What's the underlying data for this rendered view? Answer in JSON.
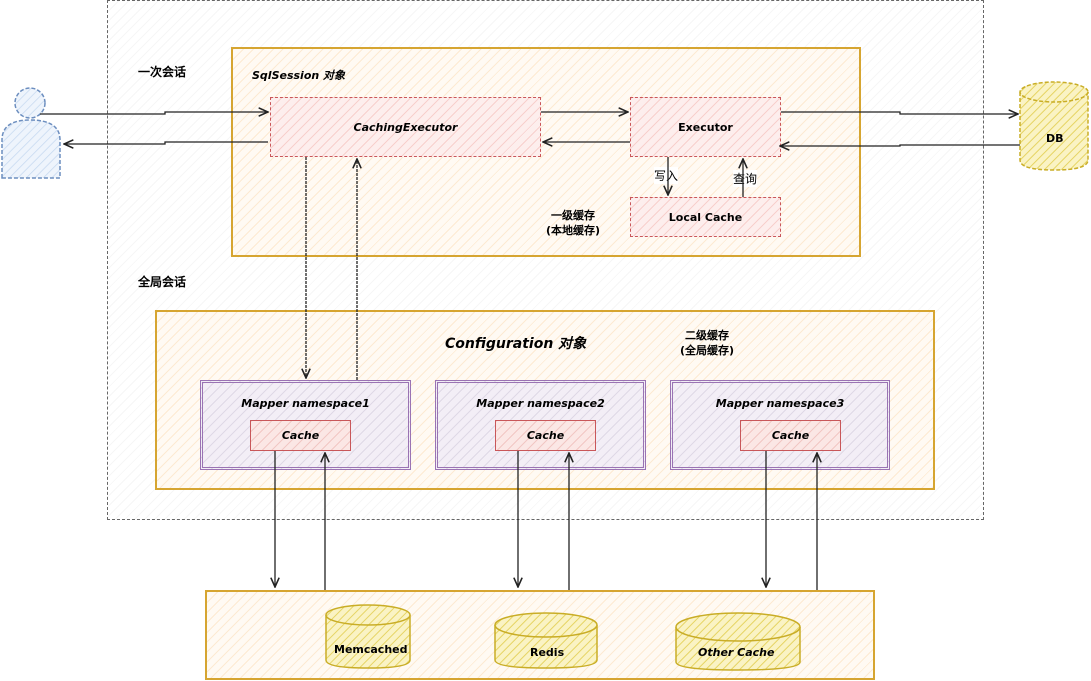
{
  "labels": {
    "one_session": "一次会话",
    "global_session": "全局会话",
    "sqlsession": "SqlSession 对象",
    "caching_executor": "CachingExecutor",
    "executor": "Executor",
    "local_cache": "Local Cache",
    "write": "写入",
    "query": "查询",
    "level1_line1": "一级缓存",
    "level1_line2": "(本地缓存)",
    "configuration": "Configuration 对象",
    "level2_line1": "二级缓存",
    "level2_line2": "(全局缓存)",
    "db": "DB"
  },
  "mappers": [
    {
      "title": "Mapper namespace1",
      "cache": "Cache"
    },
    {
      "title": "Mapper namespace2",
      "cache": "Cache"
    },
    {
      "title": "Mapper namespace3",
      "cache": "Cache"
    }
  ],
  "stores": [
    {
      "name": "Memcached"
    },
    {
      "name": "Redis"
    },
    {
      "name": "Other Cache"
    }
  ],
  "colors": {
    "container_border": "#d6a531",
    "executor_border": "#c9575a",
    "mapper_border": "#9a73b3",
    "db_fill": "#f5e98a",
    "db_border": "#c9ad26",
    "user_border": "#6c8ebf",
    "user_fill": "#dae8fc"
  }
}
